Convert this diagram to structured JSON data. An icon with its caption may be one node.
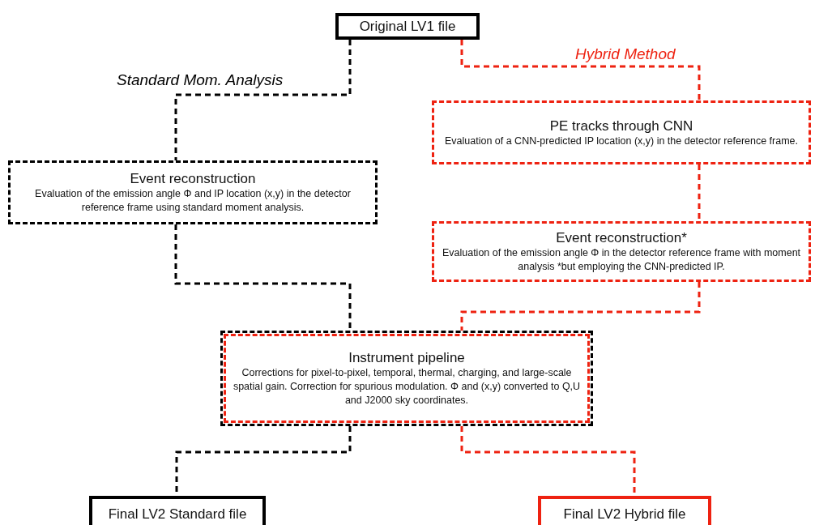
{
  "diagram": {
    "nodes": [
      {
        "text": [
          "Original LV1 file"
        ]
      },
      {
        "text": [
          "Event reconstruction",
          "Evaluation of the emission angle Φ and IP location (x,y) in the detector reference frame using standard moment analysis."
        ]
      },
      {
        "text": [
          "PE tracks through CNN",
          "Evaluation of a CNN-predicted IP location (x,y) in the detector reference frame."
        ]
      },
      {
        "text": [
          "Event reconstruction*",
          "Evaluation of the emission angle Φ in the detector reference frame with moment analysis *but employing the CNN-predicted IP."
        ]
      },
      {
        "text": [
          "Instrument pipeline",
          "Corrections for pixel-to-pixel, temporal, thermal, charging, and large-scale spatial gain. Correction for spurious modulation. Φ and (x,y) converted to Q,U and J2000 sky coordinates."
        ]
      },
      {
        "text": [
          "Final LV2 Standard file"
        ]
      },
      {
        "text": [
          "Final LV2 Hybrid file"
        ]
      }
    ],
    "edges": [
      {
        "from": 0,
        "to": 1,
        "arrow": "none",
        "label": "Standard Mom. Analysis",
        "style": "dashed",
        "color": "#000000"
      },
      {
        "from": 0,
        "to": 2,
        "arrow": "none",
        "label": "Hybrid Method",
        "style": "dashed",
        "color": "#ee2211"
      },
      {
        "from": 2,
        "to": 3,
        "arrow": "none",
        "style": "dashed",
        "color": "#ee2211"
      },
      {
        "from": 1,
        "to": 4,
        "arrow": "none",
        "style": "dashed",
        "color": "#000000"
      },
      {
        "from": 3,
        "to": 4,
        "arrow": "none",
        "style": "dashed",
        "color": "#ee2211"
      },
      {
        "from": 4,
        "to": 5,
        "arrow": "none",
        "style": "dashed",
        "color": "#000000"
      },
      {
        "from": 4,
        "to": 6,
        "arrow": "none",
        "style": "dashed",
        "color": "#ee2211"
      }
    ]
  }
}
